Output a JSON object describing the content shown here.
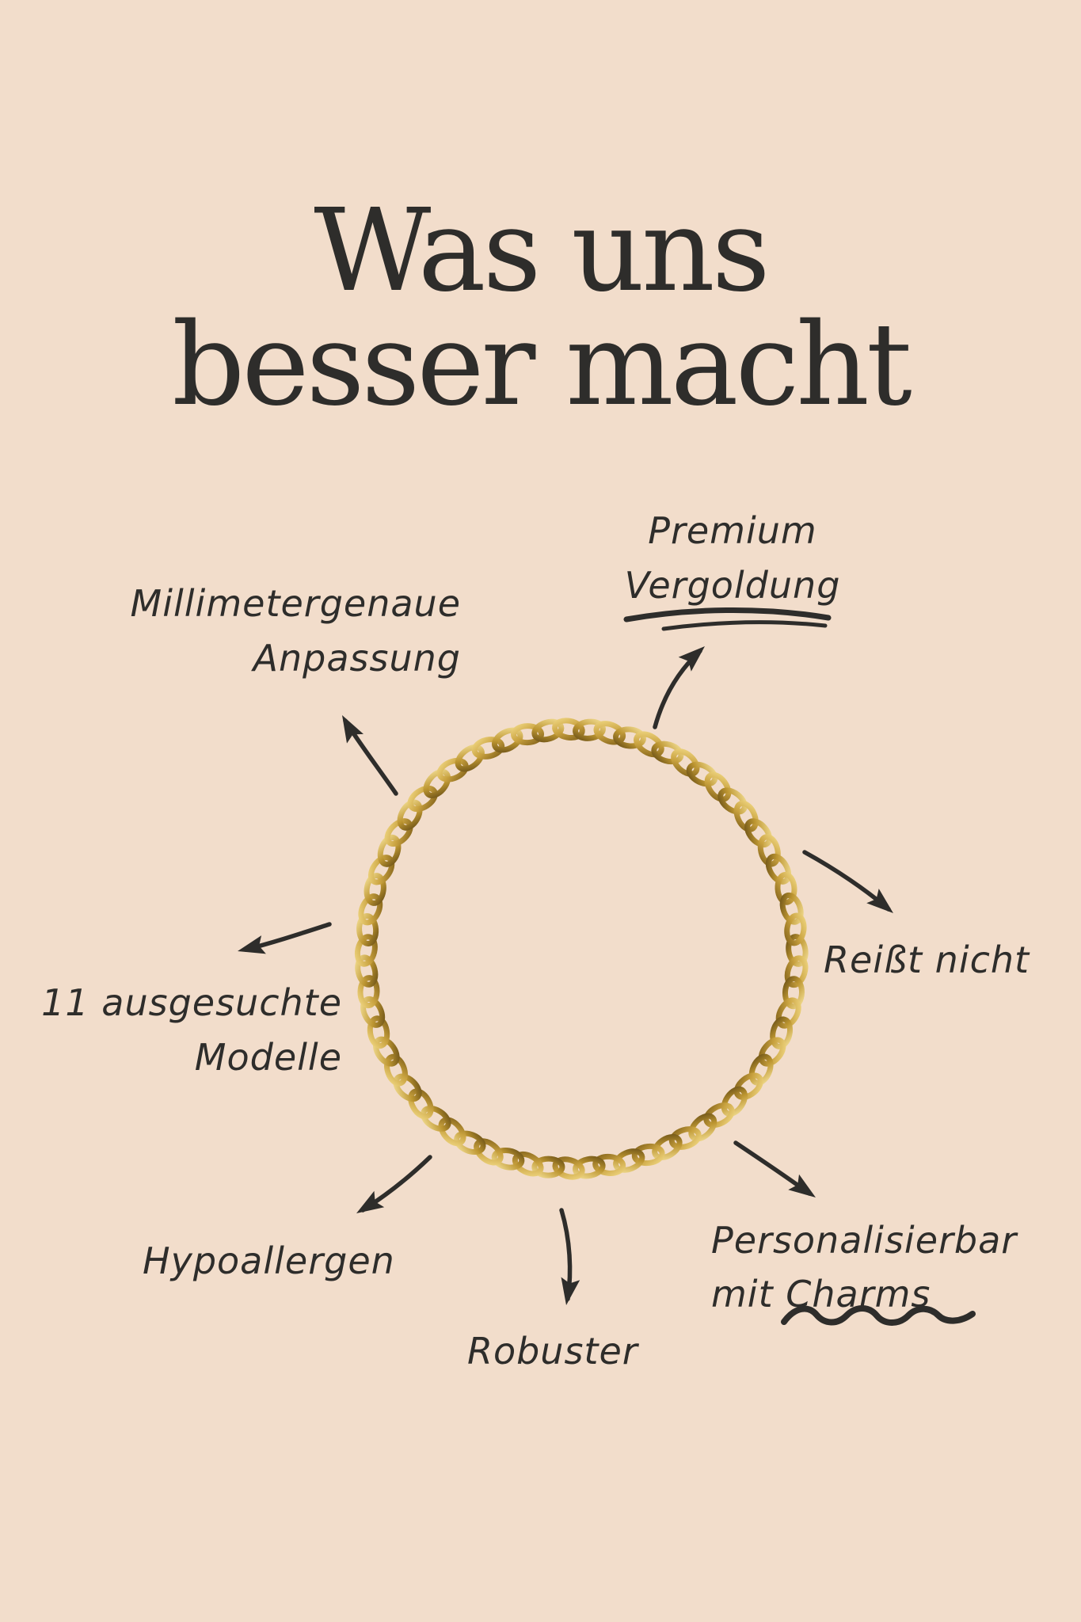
{
  "canvas": {
    "background_color": "#f2ddcb",
    "ink_color": "#2e2d2b",
    "gold_color": "#c9a23f"
  },
  "title": {
    "line1": "Was uns",
    "line2": "besser macht"
  },
  "features": {
    "premium": {
      "line1": "Premium",
      "line2": "Vergoldung"
    },
    "millimeter": {
      "line1": "Millimetergenaue",
      "line2": "Anpassung"
    },
    "reisst": {
      "line1": "Reißt nicht"
    },
    "modelle": {
      "line1": "11 ausgesuchte",
      "line2": "Modelle"
    },
    "hypoallergen": {
      "line1": "Hypoallergen"
    },
    "robuster": {
      "line1": "Robuster"
    },
    "personalisierbar": {
      "line1": "Personalisierbar",
      "line2": "mit Charms"
    }
  }
}
